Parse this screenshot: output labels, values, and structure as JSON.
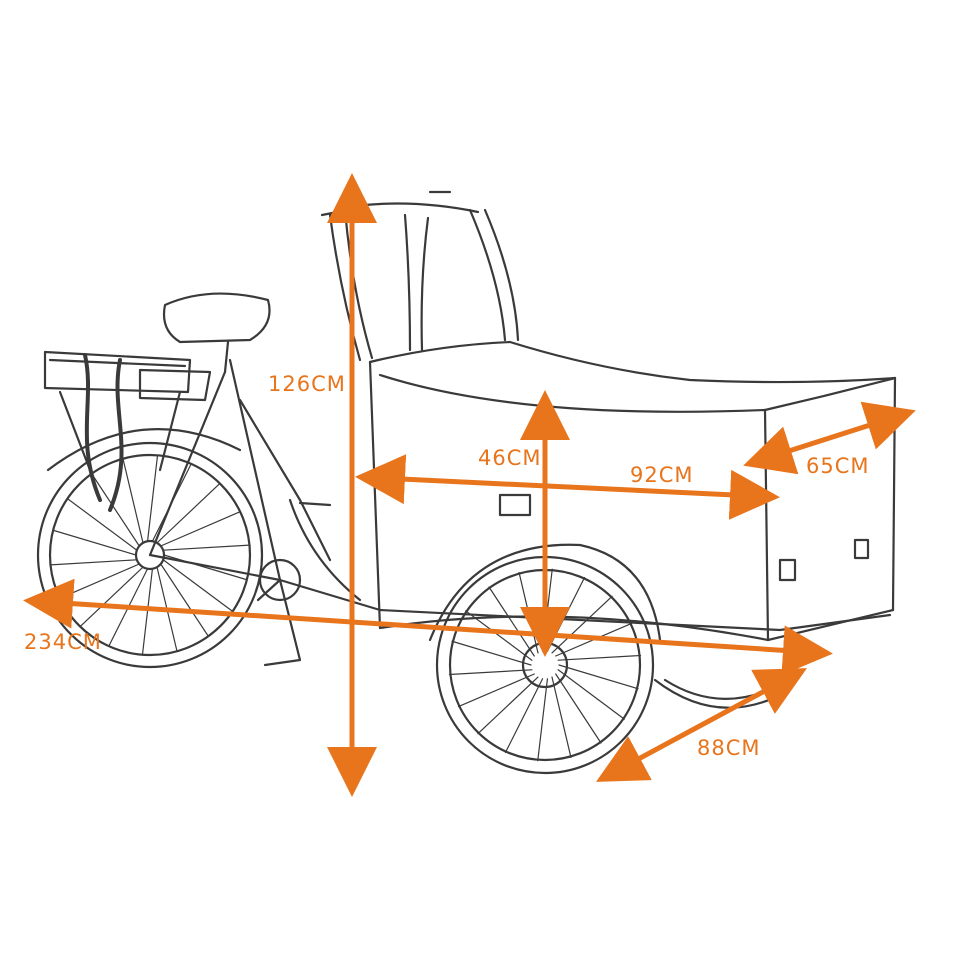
{
  "diagram": {
    "accent_color": "#e8741c",
    "line_color": "#3a3a3a",
    "dimensions": {
      "height": "126CM",
      "box_height": "46CM",
      "box_length": "92CM",
      "box_width": "65CM",
      "total_length": "234CM",
      "track_width": "88CM"
    }
  }
}
